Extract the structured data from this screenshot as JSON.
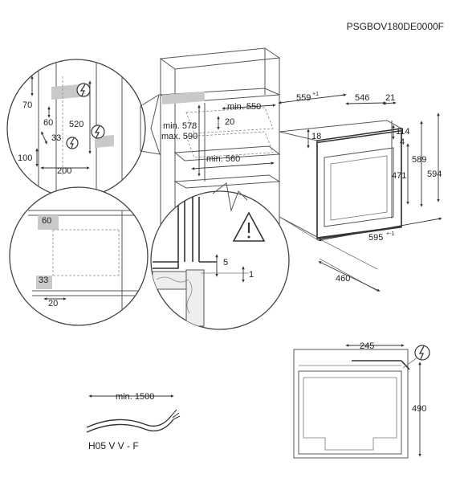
{
  "model_code": "PSGBOV180DE0000F",
  "cabinet": {
    "min_550": "min. 550",
    "dim_20": "20",
    "min_578": "min. 578",
    "max_590": "max. 590",
    "min_560": "min. 560"
  },
  "oven": {
    "width_559": "559",
    "width_559_tol": "+1",
    "dim_546": "546",
    "dim_21": "21",
    "dim_18": "18",
    "dim_114": "114",
    "dim_4": "4",
    "dim_471": "471",
    "dim_589": "589",
    "dim_594": "594",
    "depth_595": "595",
    "depth_595_tol": "+-1",
    "depth_460": "460"
  },
  "detail_top": {
    "dim_70": "70",
    "dim_60": "60",
    "dim_520": "520",
    "dim_33": "33",
    "dim_100": "100",
    "dim_200": "200"
  },
  "detail_bottom": {
    "dim_60": "60",
    "dim_33": "33",
    "dim_20": "20"
  },
  "detail_side": {
    "dim_5": "5",
    "dim_1": "1"
  },
  "back_view": {
    "dim_245": "245",
    "dim_490": "490"
  },
  "cable": {
    "min_1500": "min. 1500",
    "type": "H05 V V - F"
  }
}
